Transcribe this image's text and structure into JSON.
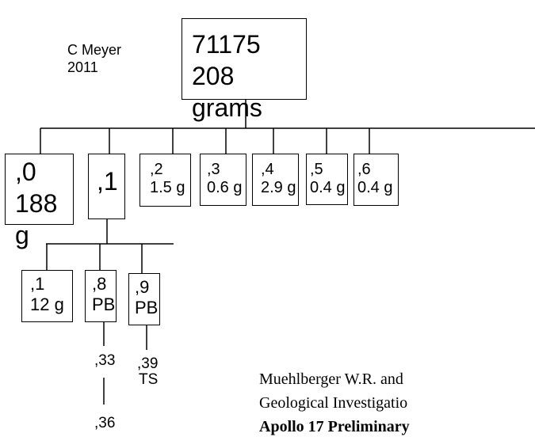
{
  "author": {
    "name": "C Meyer",
    "year": "2011"
  },
  "root": {
    "id": "71175",
    "mass": "208 grams"
  },
  "splits": [
    {
      "id": ",0",
      "mass": "188 g"
    },
    {
      "id": ",1",
      "mass": ""
    },
    {
      "id": ",2",
      "mass": "1.5 g"
    },
    {
      "id": ",3",
      "mass": "0.6 g"
    },
    {
      "id": ",4",
      "mass": "2.9 g"
    },
    {
      "id": ",5",
      "mass": "0.4 g"
    },
    {
      "id": ",6",
      "mass": "0.4 g"
    }
  ],
  "subsplits": [
    {
      "id": ",1",
      "mass": "12 g"
    },
    {
      "id": ",8",
      "mass": "PB"
    },
    {
      "id": ",9",
      "mass": "PB"
    }
  ],
  "derived": {
    "s33": ",33",
    "s36": ",36",
    "s39": ",39",
    "s39_type": "TS"
  },
  "citation": {
    "line1": "Muehlberger W.R. and",
    "line2": "Geological Investigatio",
    "line3": "Apollo 17 Preliminary"
  }
}
